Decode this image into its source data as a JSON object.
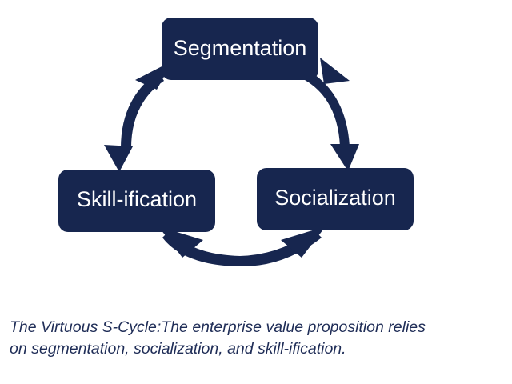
{
  "diagram": {
    "fill_color": "#17264f",
    "text_color": "#ffffff",
    "nodes": {
      "segmentation": {
        "label": "Segmentation"
      },
      "socialization": {
        "label": "Socialization"
      },
      "skillification": {
        "label": "Skill-ification"
      }
    },
    "edges": [
      {
        "from": "Segmentation",
        "to": "Socialization",
        "direction": "bidirectional"
      },
      {
        "from": "Socialization",
        "to": "Skill-ification",
        "direction": "bidirectional"
      },
      {
        "from": "Skill-ification",
        "to": "Segmentation",
        "direction": "bidirectional"
      }
    ]
  },
  "caption": {
    "line1": "The Virtuous S-Cycle:The enterprise value proposition relies",
    "line2": "on segmentation, socialization, and skill-ification."
  }
}
